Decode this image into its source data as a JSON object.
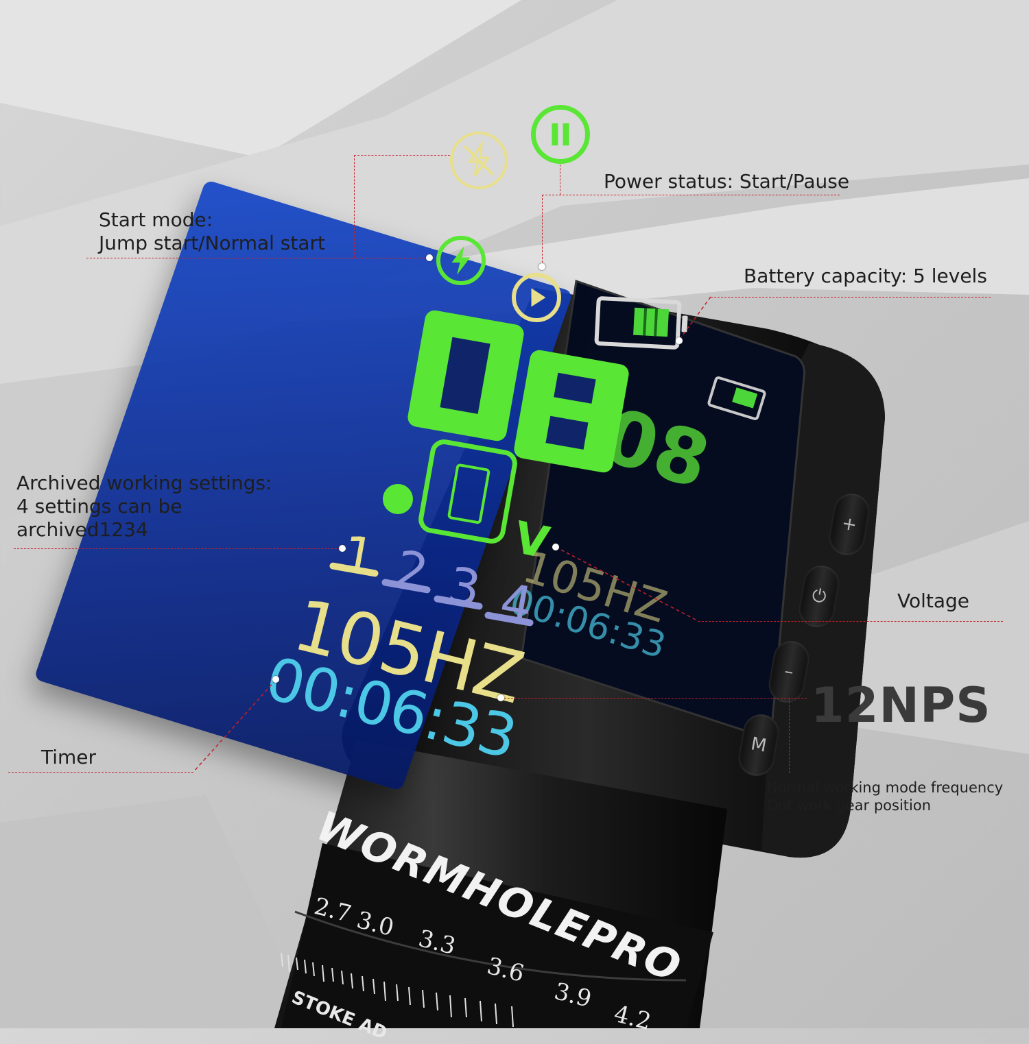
{
  "annotations": {
    "start_mode_line1": "Start mode:",
    "start_mode_line2": "Jump start/Normal start",
    "power_status": "Power status: Start/Pause",
    "battery": "Battery capacity: 5 levels",
    "archived_line1": "Archived working settings:",
    "archived_line2": "4 settings can be",
    "archived_line3": "archived1234",
    "voltage": "Voltage",
    "timer": "Timer",
    "nps": "12NPS",
    "normal_line1": "Normal working mode frequency",
    "normal_line2": "Dot work gear position"
  },
  "display": {
    "voltage_digits": "08",
    "voltage_decimal": "0",
    "voltage_unit": "V",
    "slots": [
      "1",
      "2",
      "3",
      "4"
    ],
    "frequency": "105HZ",
    "timer": "00:06:33"
  },
  "device": {
    "brand": "WORMHOLEPRO",
    "stroke_label": "STOKE AD",
    "scale": [
      "2.7",
      "3.0",
      "3.3",
      "3.6",
      "3.9",
      "4.2"
    ]
  },
  "colors": {
    "leader": "#c8202a",
    "accent_green": "#5ae635",
    "accent_yellow": "#e8df8a",
    "accent_cyan": "#4cc8e6",
    "slot_blue": "#8c93d6",
    "screen_blue": "#1446c8"
  },
  "icons": {
    "jump_start": "lightning-icon",
    "normal_start": "lightning-off-icon",
    "start": "play-icon",
    "pause": "pause-icon",
    "battery": "battery-icon"
  }
}
